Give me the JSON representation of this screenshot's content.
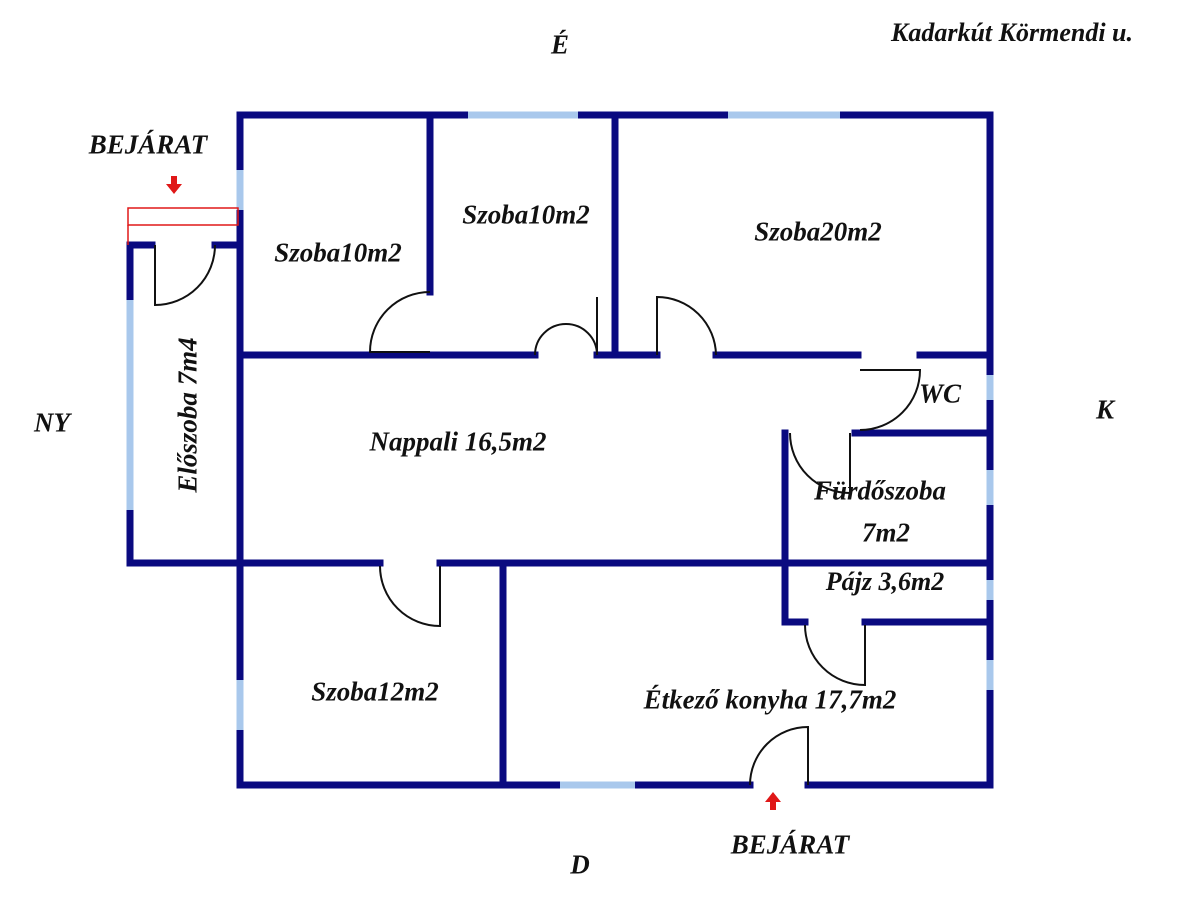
{
  "title": "Kadarkút Körmendi u.",
  "compass": {
    "north": "É",
    "east": "K",
    "south": "D",
    "west": "NY"
  },
  "entrances": {
    "top": "BEJÁRAT",
    "bottom": "BEJÁRAT"
  },
  "rooms": {
    "room_nw": "Szoba10m2",
    "room_n": "Szoba10m2",
    "room_ne": "Szoba20m2",
    "hall": "Előszoba 7m4",
    "living": "Nappali 16,5m2",
    "wc": "WC",
    "bath_line1": "Fürdőszoba",
    "bath_line2": "7m2",
    "pantry": "Pájz 3,6m2",
    "room_sw": "Szoba12m2",
    "kitchen": "Étkező konyha 17,7m2"
  },
  "colors": {
    "wall": "#0a0a80",
    "window": "#a9c8ec",
    "entrance": "#e01818"
  }
}
